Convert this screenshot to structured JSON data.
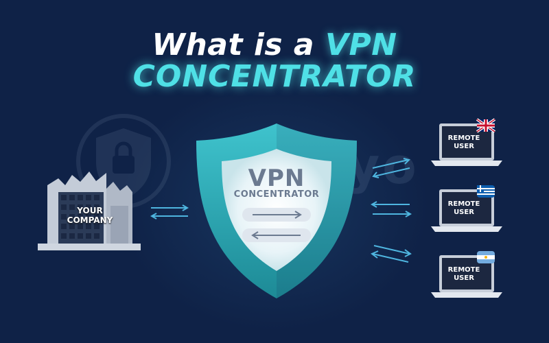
{
  "title": {
    "line1_prefix": "What is a",
    "line1_highlight": "VPN",
    "line2": "CONCENTRATOR"
  },
  "watermark": "safelyo",
  "company": {
    "label": "YOUR COMPANY"
  },
  "concentrator": {
    "title": "VPN",
    "subtitle": "CONCENTRATOR"
  },
  "remote_users": [
    {
      "label": "REMOTE USER",
      "flag": "uk-flag"
    },
    {
      "label": "REMOTE USER",
      "flag": "greece-flag"
    },
    {
      "label": "REMOTE USER",
      "flag": "argentina-flag"
    }
  ],
  "colors": {
    "background": "#0f2247",
    "accent": "#4fe0e6",
    "shield": "#2aa3b0",
    "arrow": "#4fb6e0"
  }
}
